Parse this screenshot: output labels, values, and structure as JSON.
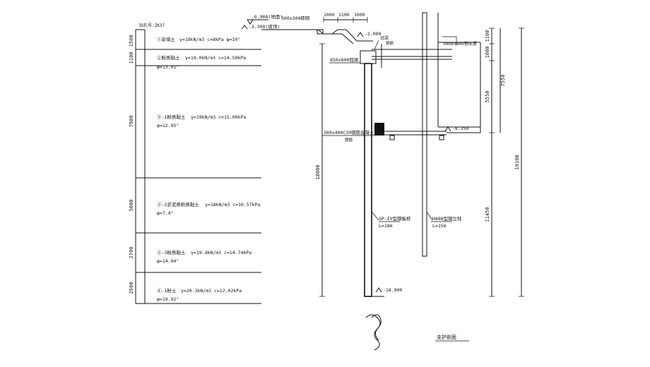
{
  "borehole": {
    "name": "钻孔号:ZK37"
  },
  "soil_column": {
    "layers": [
      {
        "thickness": "1500",
        "name": "①杂填土",
        "params": "γ=18kN/m3  c=8kPa  φ=10°"
      },
      {
        "thickness": "1100",
        "name": "②粉质黏土",
        "params": "γ=19.0kN/m3  c=14.50kPa",
        "phi": "φ=13.01°"
      },
      {
        "thickness": "7900",
        "name": "③-1粉质黏土",
        "params": "γ=19kN/m3  c=15.00kPa",
        "phi": "φ=12.95°"
      },
      {
        "thickness": "5000",
        "name": "③-2淤泥质粉质黏土",
        "params": "γ=18kN/m3  c=10.57kPa",
        "phi": "φ=7.4°"
      },
      {
        "thickness": "2700",
        "name": "③-3粉质黏土",
        "params": "γ=19.4kN/m3  c=14.74kPa",
        "phi": "φ=14.04°"
      },
      {
        "thickness": "2500",
        "name": "④-1粉土",
        "params": "γ=20.3kN/m3  c=12.02kPa",
        "phi": "φ=19.92°"
      }
    ]
  },
  "section": {
    "ground_level": "-0.900(地面)",
    "slope_label": "300x300砖砌",
    "slope_level": "-3.300(坡顶)",
    "top_dims": [
      "1000",
      "1100",
      "1000"
    ],
    "top_level": "-2.000",
    "beam_label": "冠梁",
    "beam_note": "钢筋",
    "crown_beam": "850x800冠梁",
    "support_label": "H400x400钢支撑",
    "waler": "300x400C30钢筋混凝土",
    "waler_note": "围檩",
    "strut_level": "-8.350",
    "sheet_pile_label": "SP-IV型钢板桩",
    "sheet_pile_len": "L=18m",
    "column_label": "H488型钢立柱",
    "column_len": "L=15m",
    "bottom_level": "-18.900",
    "total_depth": "18000",
    "right_dims": [
      "1100",
      "1000",
      "5550",
      "7550",
      "11450"
    ],
    "right_total": "19100",
    "caption": "支护剖面"
  },
  "colors": {
    "line": "#111111",
    "background": "#ffffff"
  }
}
